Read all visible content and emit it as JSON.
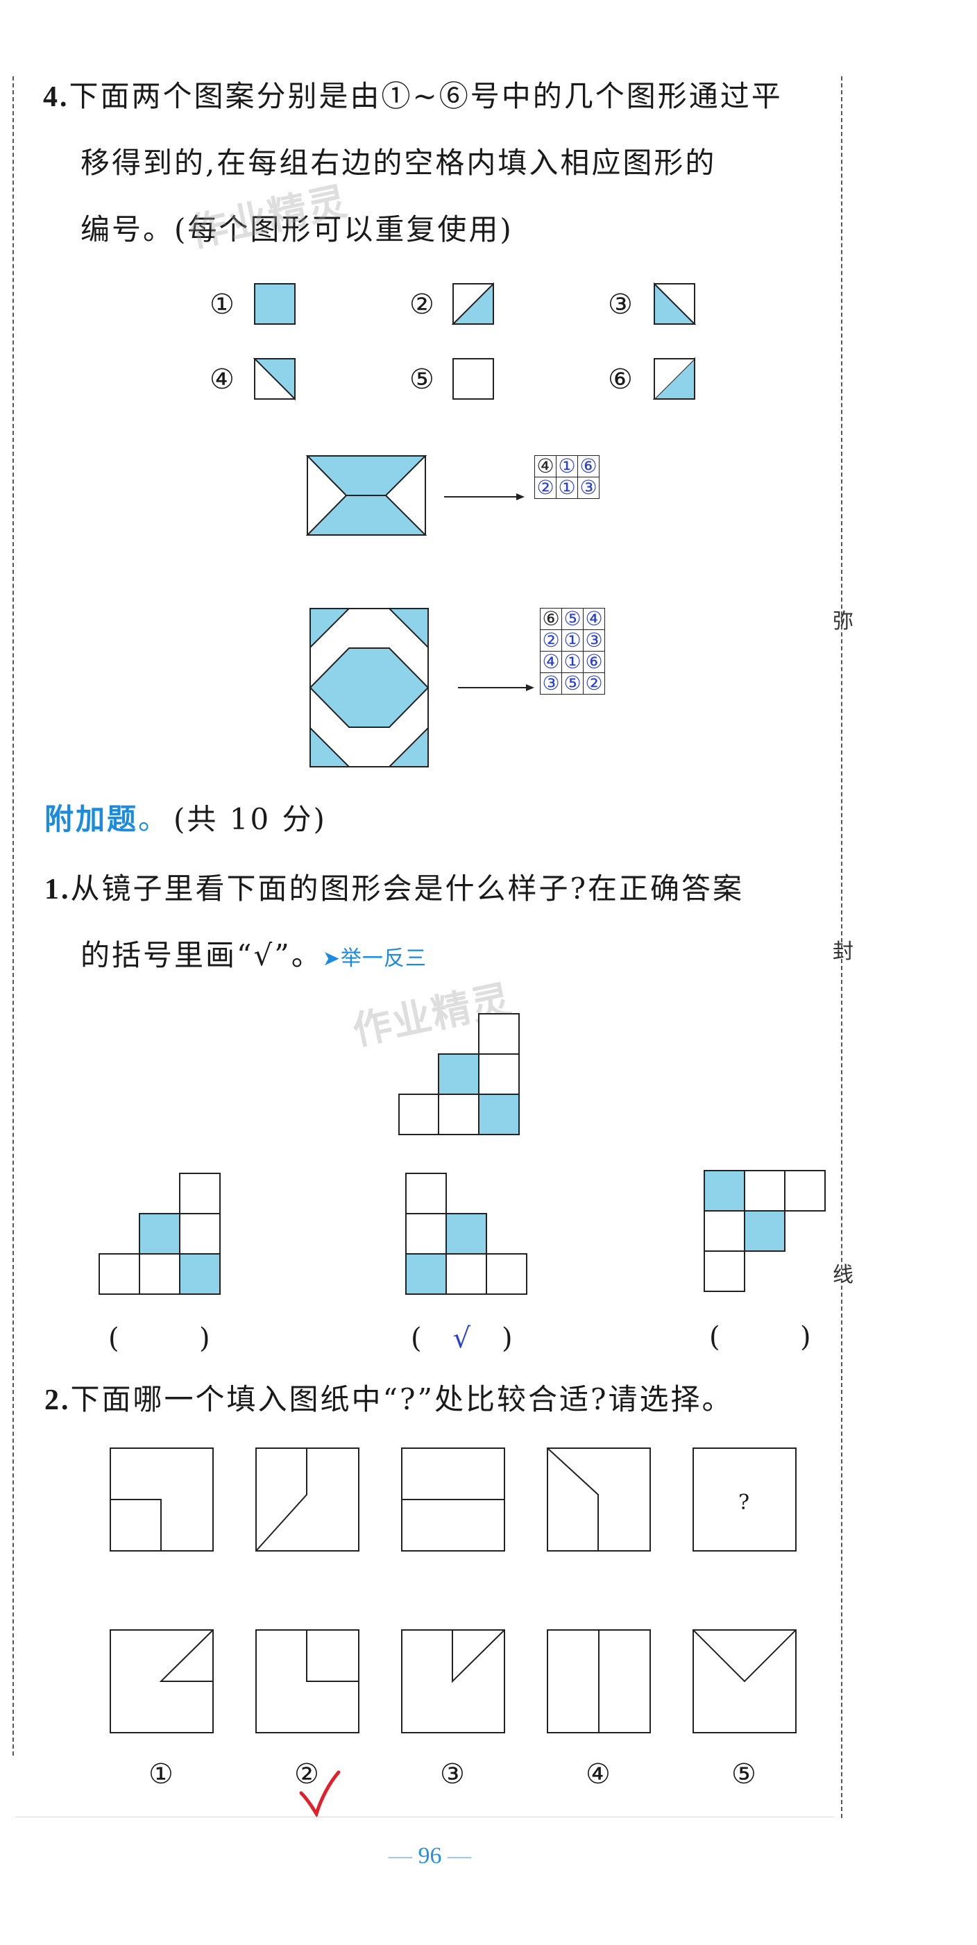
{
  "q4": {
    "num": "4.",
    "line1": "下面两个图案分别是由①~⑥号中的几个图形通过平",
    "line2": "移得到的,在每组右边的空格内填入相应图形的",
    "line3": "编号。(每个图形可以重复使用)",
    "shape_labels": [
      "①",
      "②",
      "③",
      "④",
      "⑤",
      "⑥"
    ],
    "grid1": [
      [
        "④",
        "①",
        "⑥"
      ],
      [
        "②",
        "①",
        "③"
      ]
    ],
    "grid2": [
      [
        "⑥",
        "⑤",
        "④"
      ],
      [
        "②",
        "①",
        "③"
      ],
      [
        "④",
        "①",
        "⑥"
      ],
      [
        "③",
        "⑤",
        "②"
      ]
    ]
  },
  "bonus": {
    "title": "附加题",
    "dot": "。",
    "score": "(共 10 分)"
  },
  "q1": {
    "num": "1.",
    "line1": "从镜子里看下面的图形会是什么样子?在正确答案",
    "line2": "的括号里画“√”。",
    "tag": "➤举一反三",
    "brackets": [
      "(",
      ")"
    ],
    "answers": [
      "",
      "√",
      ""
    ]
  },
  "q2": {
    "num": "2.",
    "line1": "下面哪一个填入图纸中“?”处比较合适?请选择。",
    "question_mark": "?",
    "option_labels": [
      "①",
      "②",
      "③",
      "④",
      "⑤"
    ],
    "check": "√"
  },
  "side": [
    "弥",
    "封",
    "线"
  ],
  "watermark": "作业精灵",
  "page_number": "96",
  "colors": {
    "shade": "#8fd3ea",
    "answer_blue": "#2a3fd0",
    "accent": "#1a8be0",
    "check_red": "#e0202a"
  }
}
